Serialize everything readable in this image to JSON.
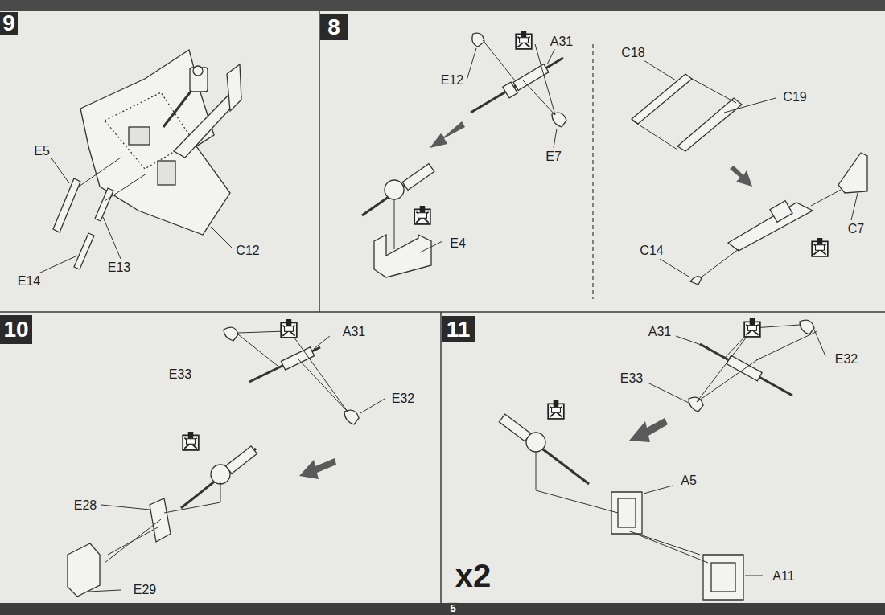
{
  "diagram": {
    "nodes": [
      {
        "text": [
          "9"
        ]
      },
      {
        "text": [
          "8"
        ]
      },
      {
        "text": [
          "10"
        ]
      },
      {
        "text": [
          "11"
        ]
      }
    ],
    "labels": [
      "E5",
      "E14",
      "E13",
      "C12",
      "E12",
      "A31",
      "E7",
      "E4",
      "C18",
      "C19",
      "C7",
      "C14",
      "E33",
      "A31",
      "E32",
      "E28",
      "E29",
      "A31",
      "E32",
      "E33",
      "A5",
      "A11",
      "x2",
      "5"
    ]
  }
}
